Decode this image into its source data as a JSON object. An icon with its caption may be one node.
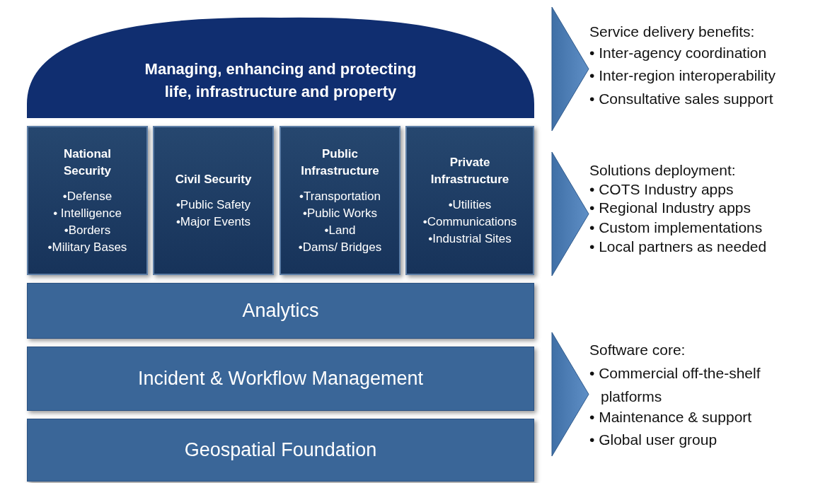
{
  "diagram": {
    "nodes": [
      {
        "text": [
          "Managing, enhancing and protecting life, infrastructure and property"
        ]
      },
      {
        "text": [
          "National Security",
          "•Defense",
          "• Intelligence",
          "•Borders",
          "•Military Bases"
        ]
      },
      {
        "text": [
          "Civil Security",
          "•Public Safety",
          "•Major Events"
        ]
      },
      {
        "text": [
          "Public Infrastructure",
          "•Transportation",
          "•Public Works",
          "•Land",
          "•Dams/ Bridges"
        ]
      },
      {
        "text": [
          "Private Infrastructure",
          "•Utilities",
          "•Communications",
          "•Industrial Sites"
        ]
      },
      {
        "text": [
          "Analytics"
        ]
      },
      {
        "text": [
          "Incident & Workflow Management"
        ]
      },
      {
        "text": [
          "Geospatial Foundation"
        ]
      }
    ],
    "labels": [
      "Service delivery benefits:",
      "• Inter-agency coordination",
      "• Inter-region interoperability",
      "• Consultative sales support",
      "Solutions deployment:",
      "• COTS Industry apps",
      "• Regional Industry apps",
      "• Custom implementations",
      "• Local partners as needed",
      "Software core:",
      "• Commercial off-the-shelf platforms",
      "• Maintenance & support",
      "• Global user group"
    ]
  }
}
